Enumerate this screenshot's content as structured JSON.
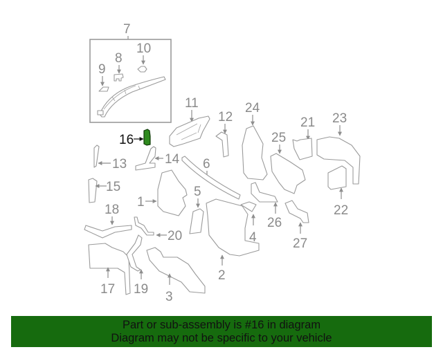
{
  "diagram": {
    "highlighted_part": "16",
    "colors": {
      "line": "#9a9a9a",
      "label": "#8a8a8a",
      "highlight_fill": "#2f8a1f",
      "highlight_label": "#111111",
      "banner_bg": "#166b0e",
      "banner_text": "#111111"
    },
    "inset": {
      "label": "7"
    },
    "callouts": [
      {
        "id": "7",
        "label": "7"
      },
      {
        "id": "8",
        "label": "8"
      },
      {
        "id": "9",
        "label": "9"
      },
      {
        "id": "10",
        "label": "10"
      },
      {
        "id": "11",
        "label": "11"
      },
      {
        "id": "12",
        "label": "12"
      },
      {
        "id": "13",
        "label": "13"
      },
      {
        "id": "14",
        "label": "14"
      },
      {
        "id": "15",
        "label": "15"
      },
      {
        "id": "16",
        "label": "16"
      },
      {
        "id": "1",
        "label": "1"
      },
      {
        "id": "2",
        "label": "2"
      },
      {
        "id": "3",
        "label": "3"
      },
      {
        "id": "4",
        "label": "4"
      },
      {
        "id": "5",
        "label": "5"
      },
      {
        "id": "6",
        "label": "6"
      },
      {
        "id": "17",
        "label": "17"
      },
      {
        "id": "18",
        "label": "18"
      },
      {
        "id": "19",
        "label": "19"
      },
      {
        "id": "20",
        "label": "20"
      },
      {
        "id": "21",
        "label": "21"
      },
      {
        "id": "22",
        "label": "22"
      },
      {
        "id": "23",
        "label": "23"
      },
      {
        "id": "24",
        "label": "24"
      },
      {
        "id": "25",
        "label": "25"
      },
      {
        "id": "26",
        "label": "26"
      },
      {
        "id": "27",
        "label": "27"
      }
    ]
  },
  "banner": {
    "line1": "Part or sub-assembly is #16 in diagram",
    "line2": "Diagram may not be specific to your vehicle"
  }
}
